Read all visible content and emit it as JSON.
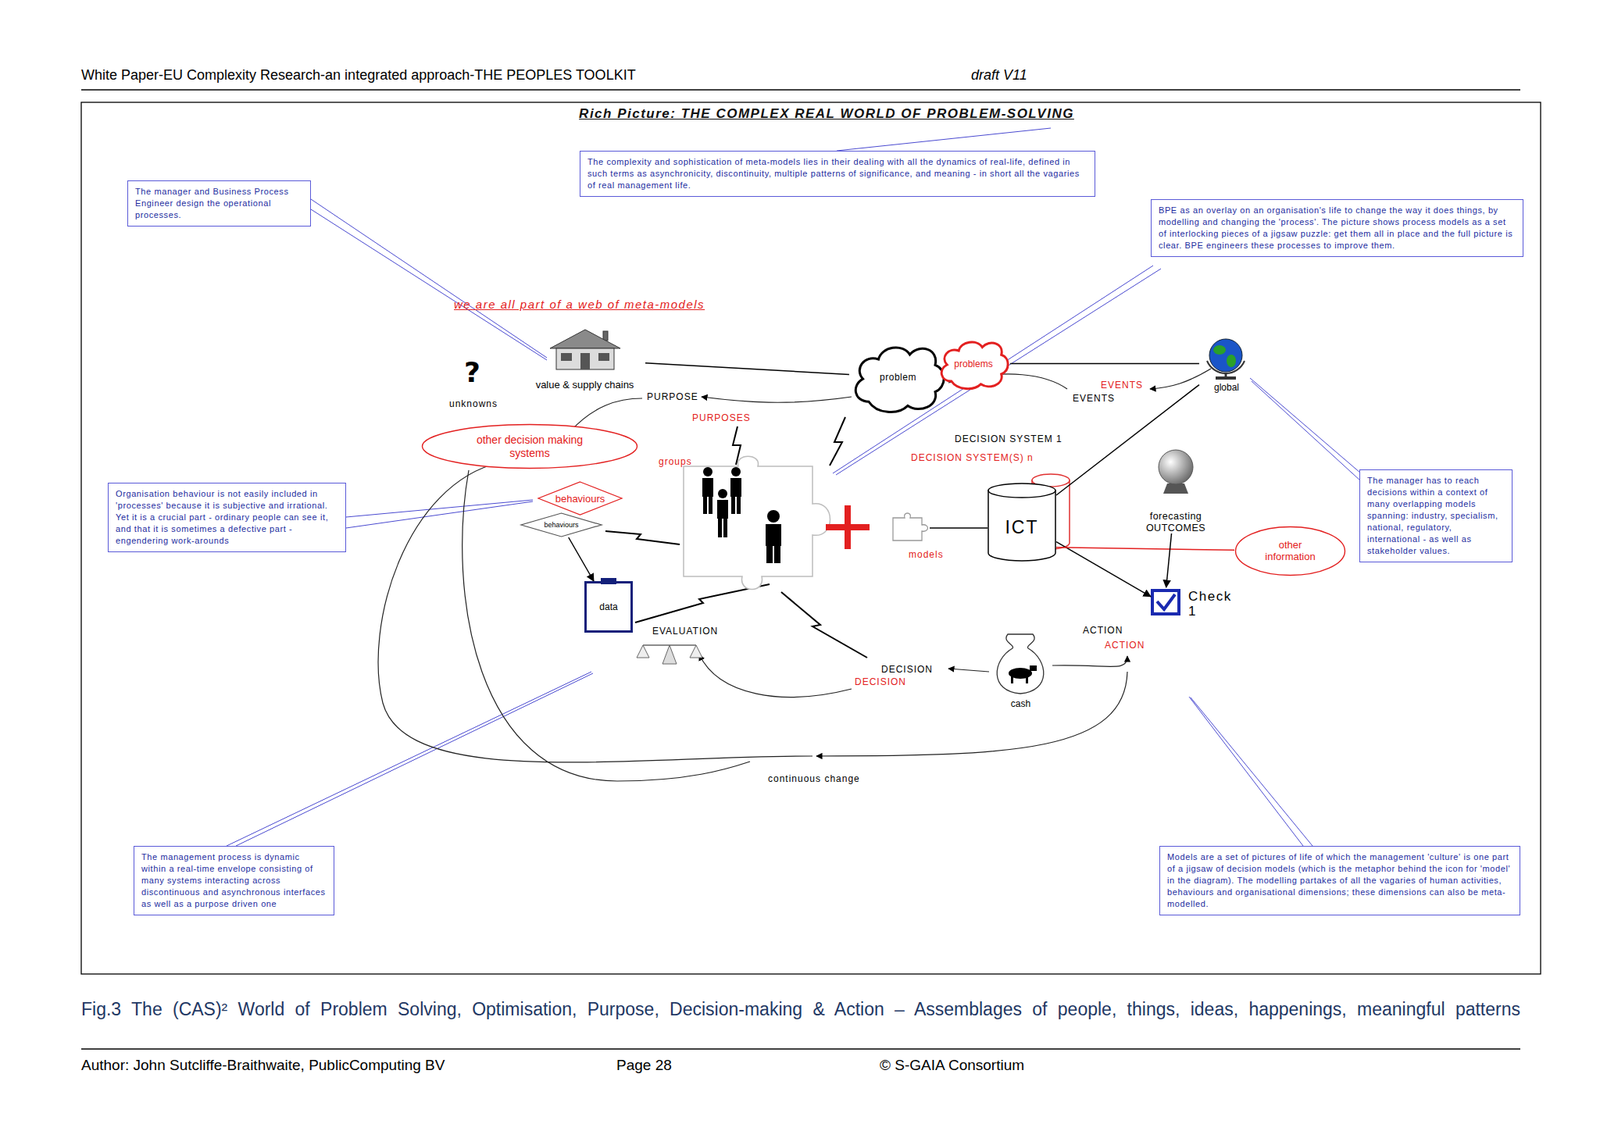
{
  "diagram": {
    "title": "Rich Picture: THE COMPLEX REAL WORLD OF PROBLEM-SOLVING",
    "caption": "Fig.3 The (CAS)² World of Problem Solving, Optimisation, Purpose, Decision-making & Action – Assemblages of people, things, ideas, happenings, meaningful patterns",
    "nodes": [
      {
        "text": [
          "The complexity and sophistication of meta-models lies in their dealing with all the dynamics of real-life, defined in such terms as asynchronicity, discontinuity, multiple patterns of significance, and meaning - in short all the vagaries of real management life."
        ]
      },
      {
        "text": [
          "The manager and Business Process Engineer design the operational processes."
        ]
      },
      {
        "text": [
          "BPE as an overlay on an organisation's life to change the way it does things, by modelling and changing the 'process'. The picture shows process models as a set of interlocking pieces of a jigsaw puzzle: get them all in place and the full picture is clear. BPE engineers these processes to improve them."
        ]
      },
      {
        "text": [
          "Organisation behaviour is not easily included in 'processes' because it is subjective and irrational. Yet it is a crucial part - ordinary people can see it, and that it is sometimes a defective part - engendering work-arounds"
        ]
      },
      {
        "text": [
          "The manager has to reach decisions within a context of many overlapping models spanning: industry, specialism, national, regulatory, international - as well as stakeholder values."
        ]
      },
      {
        "text": [
          "The management process is dynamic within a real-time envelope consisting of many systems interacting across discontinuous and asynchronous interfaces as well as a purpose driven one"
        ]
      },
      {
        "text": [
          "Models are a set of pictures of life of which the management 'culture' is one part of a jigsaw of decision models (which is the metaphor behind the icon for 'model' in the diagram). The modelling partakes of all the vagaries of human activities, behaviours and organisational dimensions; these dimensions can also be meta-modelled."
        ]
      },
      {
        "text": [
          "we are all part of a web of meta-models"
        ]
      },
      {
        "text": [
          "problem"
        ],
        "in": 7
      },
      {
        "text": [
          "problems"
        ],
        "in": 7
      },
      {
        "text": [
          "other decision making systems"
        ],
        "in": 7
      },
      {
        "text": [
          "behaviours"
        ],
        "in": 7
      },
      {
        "text": [
          "behaviours"
        ],
        "in": 7
      },
      {
        "text": [
          "data"
        ],
        "in": 7
      },
      {
        "text": [
          "ICT"
        ],
        "in": 7
      },
      {
        "text": [
          "other information"
        ]
      },
      {
        "text": [
          "value & supply chains"
        ],
        "in": 7
      },
      {
        "text": [
          "global"
        ],
        "in": 7
      },
      {
        "text": [
          "forecasting OUTCOMES"
        ],
        "in": 7
      },
      {
        "text": [
          "Check 1"
        ],
        "in": 7
      },
      {
        "text": [
          "cash"
        ],
        "in": 7
      }
    ],
    "edges": [
      {
        "from": 16,
        "to": 8,
        "arrow": "none"
      },
      {
        "from": 9,
        "to": 17,
        "arrow": "none"
      },
      {
        "from": 12,
        "to": 13,
        "arrow": "to"
      },
      {
        "from": 14,
        "to": 17,
        "arrow": "none"
      },
      {
        "from": 14,
        "to": 19,
        "arrow": "to"
      },
      {
        "from": 14,
        "to": 15,
        "arrow": "none"
      },
      {
        "from": 18,
        "to": 19,
        "arrow": "to"
      }
    ],
    "labels": [
      "White Paper-EU Complexity Research-an integrated approach-THE PEOPLES TOOLKIT",
      "draft V11",
      "?",
      "unknowns",
      "PURPOSE",
      "PURPOSES",
      "groups",
      "DECISION SYSTEM 1",
      "DECISION SYSTEM(S) n",
      "EVENTS",
      "EVENTS",
      "models",
      "EVALUATION",
      "ACTION",
      "ACTION",
      "DECISION",
      "DECISION",
      "continuous change",
      "Author: John Sutcliffe-Braithwaite, PublicComputing BV",
      "Page 28",
      "© S-GAIA Consortium"
    ]
  }
}
